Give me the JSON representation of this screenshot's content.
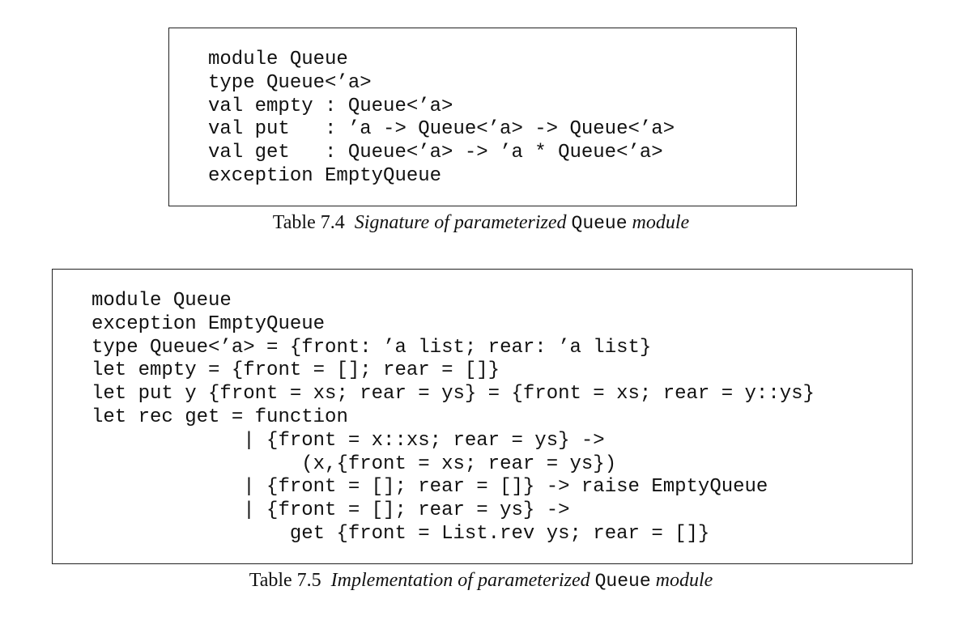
{
  "table_7_4": {
    "code_lines": [
      "module Queue",
      "type Queue<’a>",
      "val empty : Queue<’a>",
      "val put   : ’a -> Queue<’a> -> Queue<’a>",
      "val get   : Queue<’a> -> ’a * Queue<’a>",
      "exception EmptyQueue"
    ],
    "caption": {
      "label": "Table 7.4",
      "text_before": "Signature of parameterized",
      "code_word": "Queue",
      "text_after": "module"
    }
  },
  "table_7_5": {
    "code_lines": [
      "module Queue",
      "exception EmptyQueue",
      "type Queue<’a> = {front: ’a list; rear: ’a list}",
      "let empty = {front = []; rear = []}",
      "let put y {front = xs; rear = ys} = {front = xs; rear = y::ys}",
      "let rec get = function",
      "             | {front = x::xs; rear = ys} ->",
      "                  (x,{front = xs; rear = ys})",
      "             | {front = []; rear = []} -> raise EmptyQueue",
      "             | {front = []; rear = ys} ->",
      "                 get {front = List.rev ys; rear = []}"
    ],
    "caption": {
      "label": "Table 7.5",
      "text_before": "Implementation of parameterized",
      "code_word": "Queue",
      "text_after": "module"
    }
  }
}
